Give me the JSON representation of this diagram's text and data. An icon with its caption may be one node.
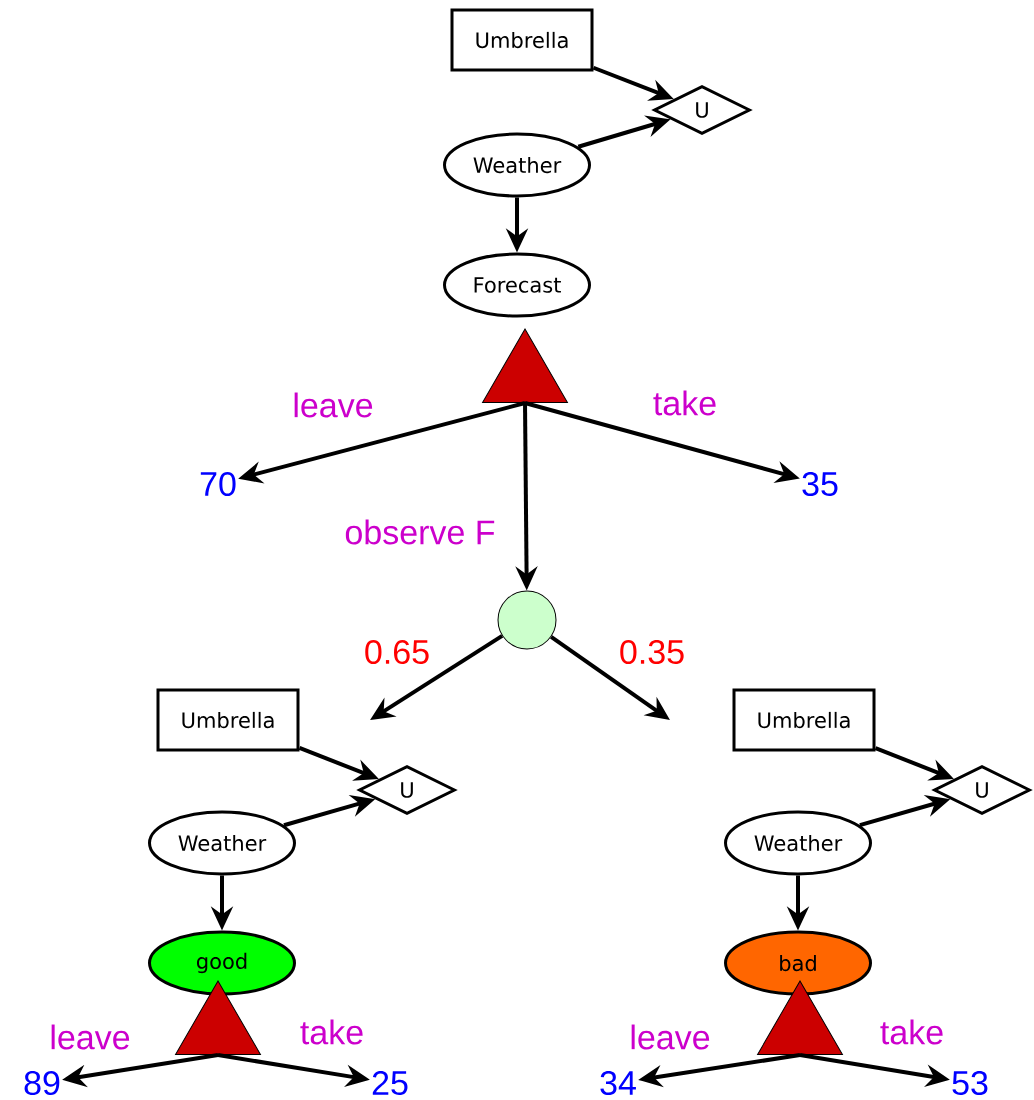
{
  "diagram": {
    "nodes": [
      {
        "text": [
          "Umbrella"
        ]
      },
      {
        "text": [
          "U"
        ]
      },
      {
        "text": [
          "Weather"
        ]
      },
      {
        "text": [
          "Forecast"
        ]
      },
      {
        "text": [],
        "shape": "triangle"
      },
      {
        "text": [
          "70"
        ]
      },
      {
        "text": [
          "35"
        ]
      },
      {
        "text": [],
        "shape": "circle"
      },
      {
        "text": [
          "Umbrella"
        ]
      },
      {
        "text": [
          "U"
        ]
      },
      {
        "text": [
          "Weather"
        ]
      },
      {
        "text": [
          "good"
        ]
      },
      {
        "text": [],
        "shape": "triangle"
      },
      {
        "text": [
          "89"
        ]
      },
      {
        "text": [
          "25"
        ]
      },
      {
        "text": [
          "Umbrella"
        ]
      },
      {
        "text": [
          "U"
        ]
      },
      {
        "text": [
          "Weather"
        ]
      },
      {
        "text": [
          "bad"
        ]
      },
      {
        "text": [],
        "shape": "triangle"
      },
      {
        "text": [
          "34"
        ]
      },
      {
        "text": [
          "53"
        ]
      }
    ],
    "edges": [
      {
        "from": 0,
        "to": 1,
        "arrow": "to"
      },
      {
        "from": 2,
        "to": 1,
        "arrow": "to"
      },
      {
        "from": 2,
        "to": 3,
        "arrow": "to"
      },
      {
        "from": 4,
        "to": 5,
        "arrow": "to",
        "label": "leave"
      },
      {
        "from": 4,
        "to": 6,
        "arrow": "to",
        "label": "take"
      },
      {
        "from": 4,
        "to": 7,
        "arrow": "to",
        "label": "observe F"
      },
      {
        "from": 7,
        "to": null,
        "arrow": "to",
        "label": "0.65"
      },
      {
        "from": 7,
        "to": null,
        "arrow": "to",
        "label": "0.35"
      },
      {
        "from": 8,
        "to": 9,
        "arrow": "to"
      },
      {
        "from": 10,
        "to": 9,
        "arrow": "to"
      },
      {
        "from": 10,
        "to": 11,
        "arrow": "to"
      },
      {
        "from": 12,
        "to": 13,
        "arrow": "to",
        "label": "leave"
      },
      {
        "from": 12,
        "to": 14,
        "arrow": "to",
        "label": "take"
      },
      {
        "from": 15,
        "to": 16,
        "arrow": "to"
      },
      {
        "from": 17,
        "to": 16,
        "arrow": "to"
      },
      {
        "from": 17,
        "to": 18,
        "arrow": "to"
      },
      {
        "from": 19,
        "to": 20,
        "arrow": "to",
        "label": "leave"
      },
      {
        "from": 19,
        "to": 21,
        "arrow": "to",
        "label": "take"
      }
    ]
  }
}
